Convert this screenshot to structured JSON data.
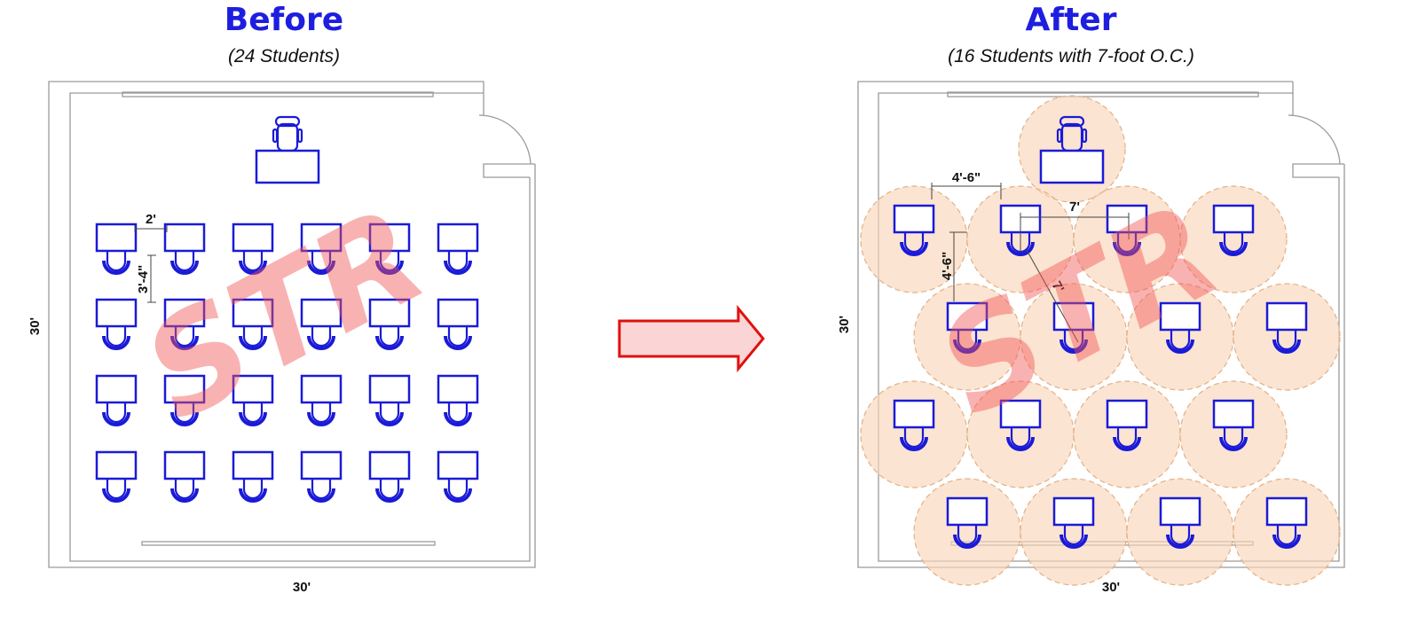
{
  "before": {
    "title": "Before",
    "subtitle": "(24 Students)",
    "dim_desk_gap": "2'",
    "dim_row_gap": "3'-4\"",
    "dim_width": "30'",
    "dim_depth": "30'",
    "student_count": 24
  },
  "after": {
    "title": "After",
    "subtitle": "(16 Students with 7-foot O.C.)",
    "dim_horizontal_offset": "4'-6\"",
    "dim_center_spacing": "7'",
    "dim_vertical_offset": "4'-6\"",
    "dim_diagonal_spacing": "7'",
    "dim_width": "30'",
    "dim_depth": "30'",
    "student_count": 16
  },
  "watermark": "STR",
  "colors": {
    "furniture": "#1a1ad8",
    "title": "#1e1ee0",
    "zone": "#f9d6b8",
    "arrow_stroke": "#e01010",
    "arrow_fill": "#fbd5d5"
  }
}
